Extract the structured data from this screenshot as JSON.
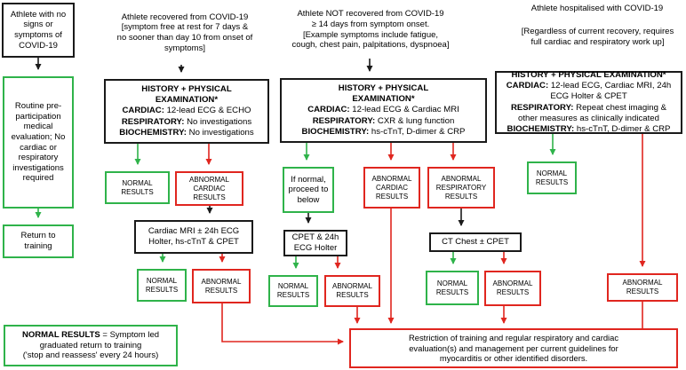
{
  "colors": {
    "black": "#1a1a1a",
    "green": "#2fb34a",
    "red": "#e0261f"
  },
  "columns": {
    "no_symptoms": {
      "header": [
        "Athlete with no",
        "signs or",
        "symptoms of",
        "COVID-19"
      ],
      "screening": [
        "Routine pre-",
        "participation",
        "medical",
        "evaluation; No",
        "cardiac or",
        "respiratory",
        "investigations",
        "required"
      ],
      "return": [
        "Return to",
        "training"
      ]
    },
    "recovered": {
      "header": [
        "Athlete recovered from COVID-19",
        "[symptom free at rest for 7 days &",
        "no sooner than day 10 from onset of",
        "symptoms]"
      ],
      "workup": {
        "title": [
          "HISTORY + PHYSICAL",
          "EXAMINATION*"
        ],
        "cardiac_label": "CARDIAC:",
        "cardiac": " 12-lead ECG & ECHO",
        "respiratory_label": "RESPIRATORY:",
        "respiratory": " No investigations",
        "biochem_label": "BIOCHEMISTRY:",
        "biochem": " No investigations"
      },
      "normal": [
        "NORMAL",
        "RESULTS"
      ],
      "abnormal_cardiac": [
        "ABNORMAL",
        "CARDIAC",
        "RESULTS"
      ],
      "followup": [
        "Cardiac MRI ± 24h ECG",
        "Holter, hs-cTnT & CPET"
      ],
      "followup_normal": [
        "NORMAL",
        "RESULTS"
      ],
      "followup_abnormal": [
        "ABNORMAL",
        "RESULTS"
      ]
    },
    "not_recovered": {
      "header": [
        "Athlete NOT recovered from COVID-19",
        "≥ 14 days from symptom onset.",
        "[Example symptoms include fatigue,",
        "cough, chest pain, palpitations, dyspnoea]"
      ],
      "workup": {
        "title": [
          "HISTORY + PHYSICAL",
          "EXAMINATION*"
        ],
        "cardiac_label": "CARDIAC:",
        "cardiac": " 12-lead ECG & Cardiac MRI",
        "respiratory_label": "RESPIRATORY:",
        "respiratory": " CXR & lung function",
        "biochem_label": "BIOCHEMISTRY:",
        "biochem": " hs-cTnT, D-dimer & CRP"
      },
      "if_normal": [
        "If normal,",
        "proceed to",
        "below"
      ],
      "abnormal_cardiac": [
        "ABNORMAL",
        "CARDIAC",
        "RESULTS"
      ],
      "abnormal_respiratory": [
        "ABNORMAL",
        "RESPIRATORY",
        "RESULTS"
      ],
      "cpet": [
        "CPET & 24h",
        "ECG Holter"
      ],
      "cpet_normal": [
        "NORMAL",
        "RESULTS"
      ],
      "cpet_abnormal": [
        "ABNORMAL",
        "RESULTS"
      ],
      "ct": [
        "CT Chest ± CPET"
      ],
      "ct_normal": [
        "NORMAL",
        "RESULTS"
      ],
      "ct_abnormal": [
        "ABNORMAL",
        "RESULTS"
      ]
    },
    "hospitalised": {
      "header": [
        "Athlete hospitalised with COVID-19"
      ],
      "note": [
        "[Regardless of current recovery, requires",
        "full cardiac and respiratory work up]"
      ],
      "workup": {
        "title": [
          "HISTORY + PHYSICAL EXAMINATION*"
        ],
        "cardiac_label": "CARDIAC:",
        "cardiac": [
          " 12-lead ECG, Cardiac MRI, 24h",
          "ECG Holter & CPET"
        ],
        "respiratory_label": "RESPIRATORY:",
        "respiratory": [
          " Repeat chest imaging &",
          "other measures as clinically indicated"
        ],
        "biochem_label": "BIOCHEMISTRY:",
        "biochem": " hs-cTnT, D-dimer & CRP"
      },
      "normal": [
        "NORMAL",
        "RESULTS"
      ],
      "abnormal": [
        "ABNORMAL",
        "RESULTS"
      ]
    }
  },
  "legend": {
    "label": "NORMAL RESULTS",
    "text": [
      " = Symptom led",
      "graduated return to training",
      "('stop and reassess' every 24 hours)"
    ]
  },
  "restriction": [
    "Restriction of training and regular respiratory and cardiac",
    "evaluation(s) and management per current guidelines for",
    "myocarditis or other identified disorders."
  ]
}
